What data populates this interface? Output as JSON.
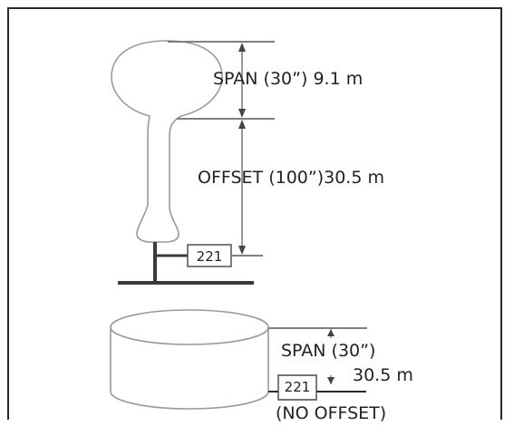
{
  "colors": {
    "frame": "#2a2a2a",
    "vessel_outline": "#9a9a9a",
    "dimension_line": "#7f7f7f",
    "arrow": "#444444",
    "base": "#3a3a3a",
    "text": "#222222"
  },
  "tank_top": {
    "span_label": "SPAN (30”) 9.1 m",
    "offset_label": "OFFSET (100”)30.5 m",
    "transmitter_label": "221"
  },
  "tank_bottom": {
    "span_label_line1": "SPAN   (30”)",
    "span_label_line2": "30.5 m",
    "transmitter_label": "221",
    "note": "(NO OFFSET)"
  }
}
